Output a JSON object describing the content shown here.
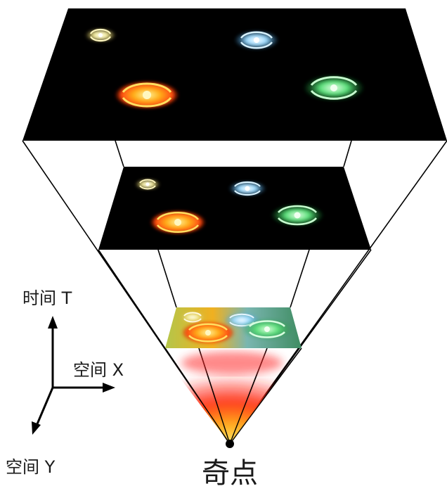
{
  "labels": {
    "time_axis": "时间 T",
    "space_x_axis": "空间 X",
    "space_y_axis": "空间 Y",
    "singularity": "奇点"
  },
  "colors": {
    "background": "#ffffff",
    "slice": "#000000",
    "line": "#000000",
    "galaxy_yellow": "#f0e68c",
    "galaxy_blue": "#8fd3ff",
    "galaxy_orange": "#ff9a10",
    "galaxy_green": "#4be36a",
    "fire_core": "#fff9b0",
    "fire_edge": "#ff2020"
  },
  "icons": {
    "axis_arrows": "three-axis-arrows",
    "galaxy": "spiral-galaxy-icon"
  }
}
